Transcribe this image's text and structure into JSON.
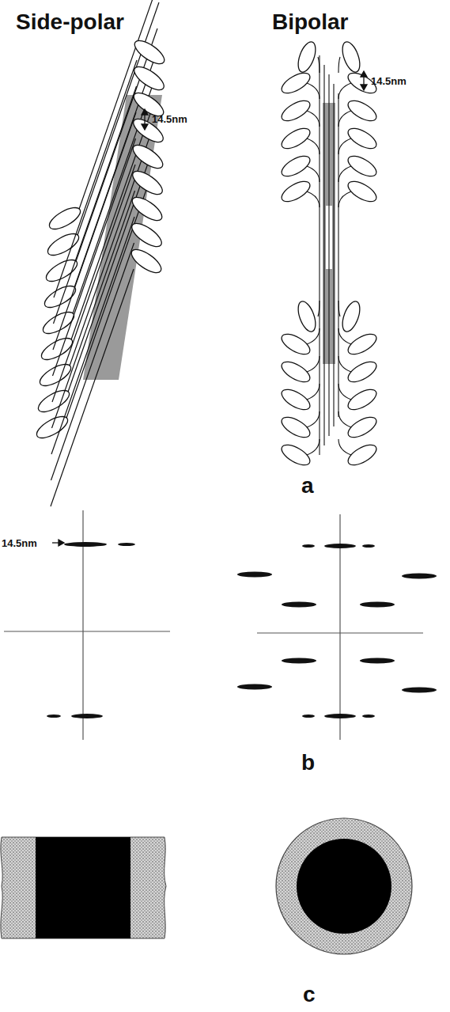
{
  "diagram": {
    "labels": [
      "Side-polar",
      "Bipolar",
      "14.5nm",
      "14.5nm",
      "a",
      "14.5nm",
      "b",
      "c"
    ]
  }
}
